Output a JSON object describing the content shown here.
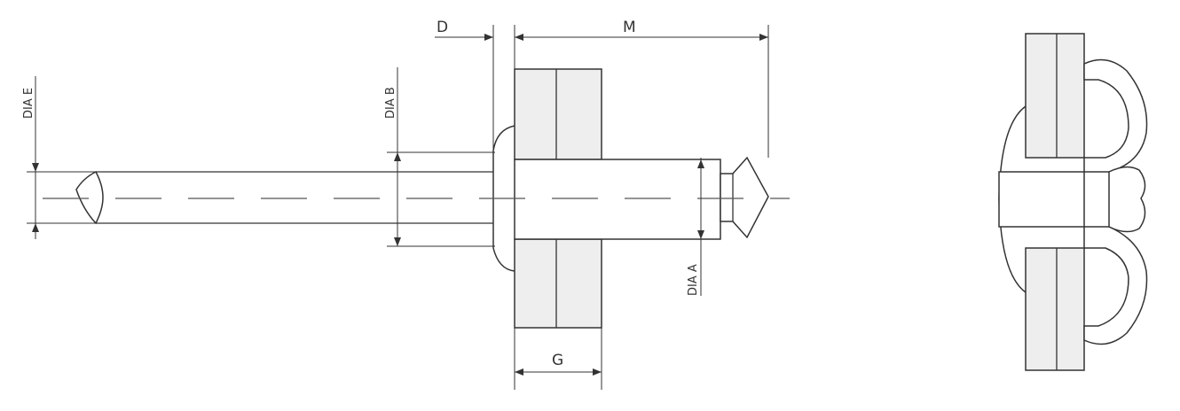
{
  "labels": {
    "d": "D",
    "m": "M",
    "g": "G",
    "dia_a": "DIA A",
    "dia_b": "DIA B",
    "dia_e": "DIA E"
  },
  "icons": {
    "side_view": "rivet-before-setting-drawing",
    "installed_view": "rivet-after-setting-drawing"
  }
}
